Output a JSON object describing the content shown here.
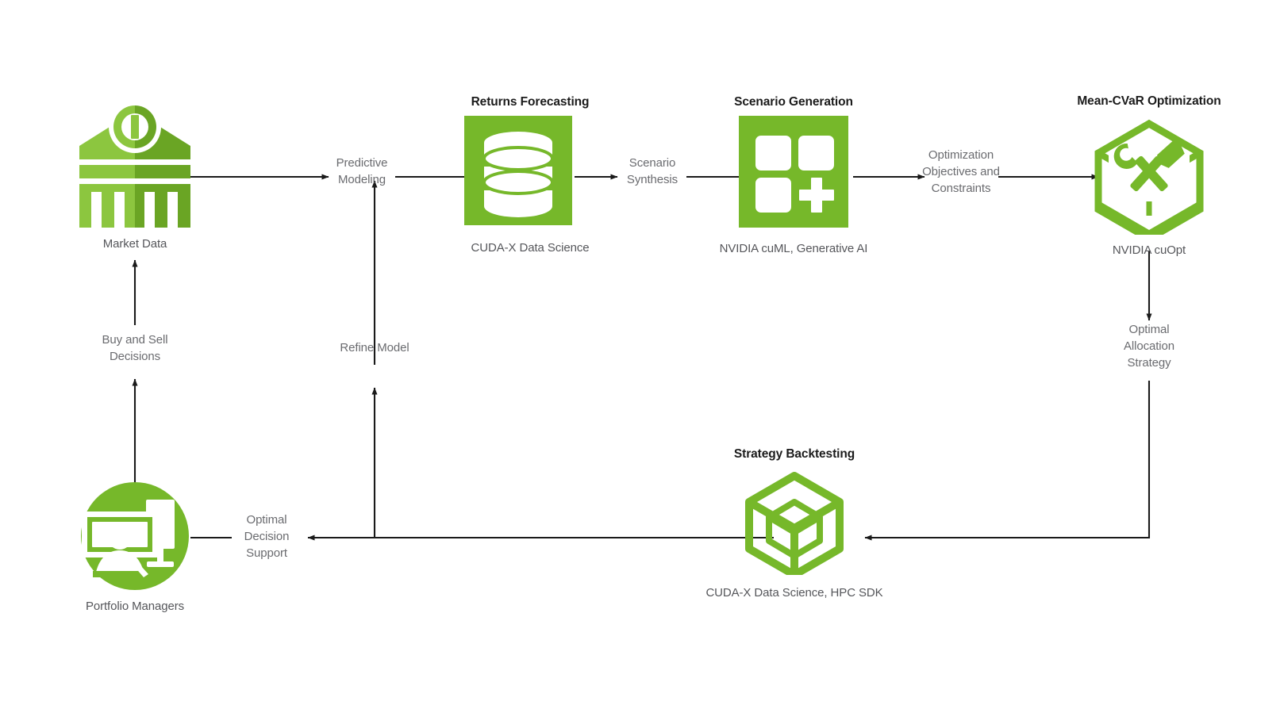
{
  "diagram": {
    "title_text": "",
    "colors": {
      "green_primary": "#76b82a",
      "green_light": "#8cc63f",
      "green_dark": "#6aa524",
      "arrow": "#1a1a1a",
      "label_text": "#6a6b6f",
      "title_text": "#1b1b1b",
      "caption_text": "#55565a",
      "background": "#ffffff"
    },
    "nodes": [
      {
        "id": "market-data",
        "title": "",
        "caption": "Market Data",
        "icon": "bank-icon"
      },
      {
        "id": "returns-forecasting",
        "title": "Returns Forecasting",
        "caption": "CUDA-X Data Science",
        "icon": "database-icon"
      },
      {
        "id": "scenario-generation",
        "title": "Scenario Generation",
        "caption": "NVIDIA cuML, Generative AI",
        "icon": "grid-plus-icon"
      },
      {
        "id": "mean-cvar-optimization",
        "title": "Mean-CVaR Optimization",
        "caption": "NVIDIA cuOpt",
        "icon": "cube-tools-icon"
      },
      {
        "id": "strategy-backtesting",
        "title": "Strategy Backtesting",
        "caption": "CUDA-X Data Science, HPC SDK",
        "icon": "nested-cube-icon"
      },
      {
        "id": "portfolio-managers",
        "title": "",
        "caption": "Portfolio Managers",
        "icon": "person-monitors-icon"
      }
    ],
    "edge_labels": [
      {
        "id": "predictive-modeling",
        "lines": [
          "Predictive",
          "Modeling"
        ]
      },
      {
        "id": "scenario-synthesis",
        "lines": [
          "Scenario",
          "Synthesis"
        ]
      },
      {
        "id": "optimization-objectives",
        "lines": [
          "Optimization",
          "Objectives  and",
          "Constraints"
        ]
      },
      {
        "id": "optimal-allocation-strategy",
        "lines": [
          "Optimal",
          "Allocation",
          "Strategy"
        ]
      },
      {
        "id": "optimal-decision-support",
        "lines": [
          "Optimal",
          "Decision",
          "Support"
        ]
      },
      {
        "id": "refine-model",
        "lines": [
          "Refine Model"
        ]
      },
      {
        "id": "buy-and-sell-decisions",
        "lines": [
          "Buy and Sell",
          "Decisions"
        ]
      }
    ]
  }
}
